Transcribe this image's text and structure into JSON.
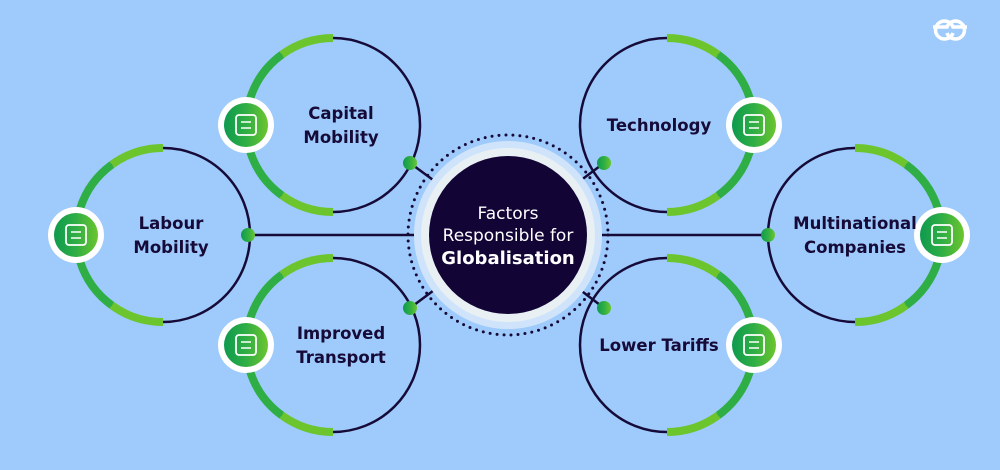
{
  "logo": {
    "text": "GG"
  },
  "center": {
    "line1": "Factors",
    "line2": "Responsible for",
    "line3": "Globalisation"
  },
  "factors": [
    {
      "line1": "Capital",
      "line2": "Mobility",
      "icon": "money-bag-building-icon"
    },
    {
      "line1": "Labour",
      "line2": "Mobility",
      "icon": "worker-wage-icon"
    },
    {
      "line1": "Improved",
      "line2": "Transport",
      "icon": "ship-truck-icon"
    },
    {
      "line1": "Technology",
      "line2": "",
      "icon": "circuit-chip-icon"
    },
    {
      "line1": "Multinational",
      "line2": "Companies",
      "icon": "office-building-icon"
    },
    {
      "line1": "Lower Tariffs",
      "line2": "",
      "icon": "tariff-chart-icon"
    }
  ],
  "colors": {
    "background": "#9ecbfb",
    "navy": "#160a38",
    "dark_green": "#0e9a4e",
    "light_green": "#6cc52d"
  }
}
